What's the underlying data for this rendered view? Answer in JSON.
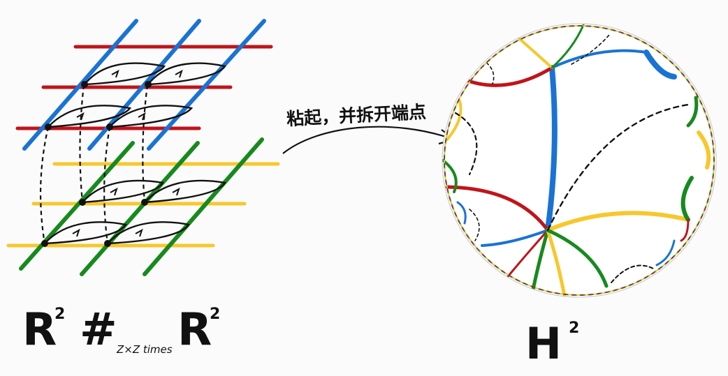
{
  "arrow_caption": "粘起，并拆开端点",
  "left_formula": {
    "base": "R",
    "exp": "2",
    "hash": "#",
    "subscript": "Z×Z times",
    "base2": "R",
    "exp2": "2"
  },
  "right_formula": {
    "base": "H",
    "exp": "2"
  },
  "colors": {
    "blue": "#1a73d4",
    "red": "#c0141a",
    "green": "#178a1e",
    "yellow": "#f7c72c",
    "black": "#111111"
  }
}
